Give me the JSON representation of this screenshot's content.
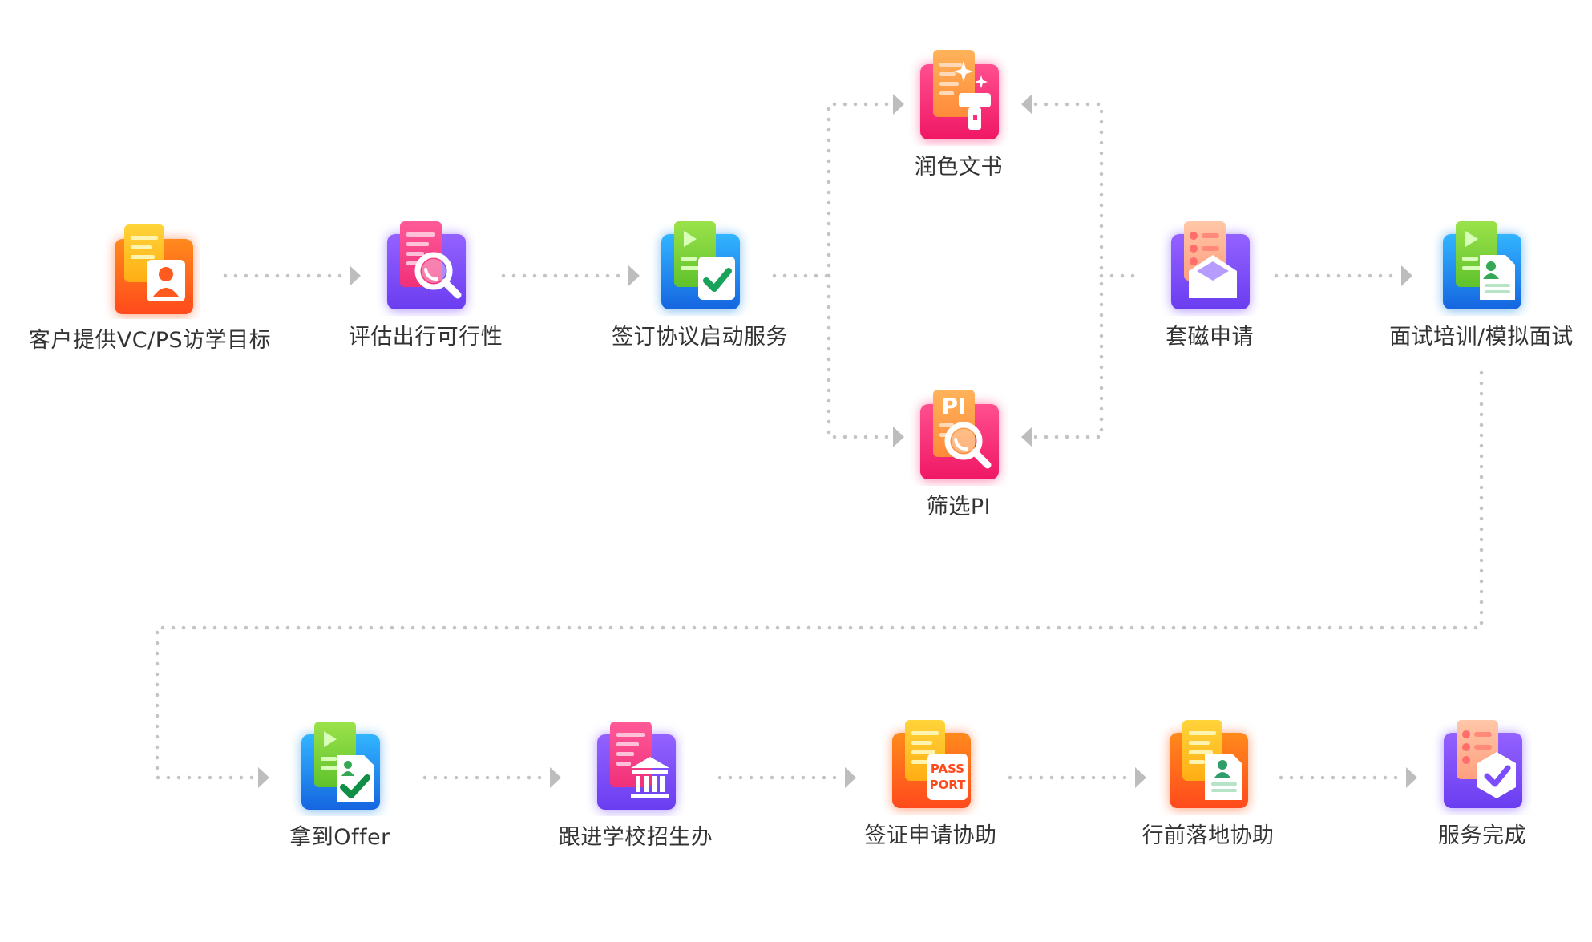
{
  "steps": [
    {
      "label": "客户提供VC/PS访学目标",
      "icon": "document-user-icon"
    },
    {
      "label": "评估出行可行性",
      "icon": "document-search-icon"
    },
    {
      "label": "签订协议启动服务",
      "icon": "document-check-icon"
    },
    {
      "label": "润色文书",
      "icon": "document-polish-icon"
    },
    {
      "label": "筛选PI",
      "icon": "pi-search-icon"
    },
    {
      "label": "套磁申请",
      "icon": "document-mail-icon"
    },
    {
      "label": "面试培训/模拟面试",
      "icon": "document-profile-icon"
    },
    {
      "label": "拿到Offer",
      "icon": "offer-check-icon"
    },
    {
      "label": "跟进学校招生办",
      "icon": "school-building-icon"
    },
    {
      "label": "签证申请协助",
      "icon": "passport-icon"
    },
    {
      "label": "行前落地协助",
      "icon": "document-card-icon"
    },
    {
      "label": "服务完成",
      "icon": "service-complete-icon"
    }
  ],
  "icon_text": {
    "pi": "PI",
    "pass": "PASS",
    "port": "PORT"
  },
  "colors": {
    "connector": "#c3c3c3",
    "arrow": "#bdbdbd",
    "label": "#333333",
    "orange": "#ff5a1f",
    "purple": "#7c4dff",
    "blue": "#1e88e5",
    "pink": "#ff2d7a",
    "yellow": "#ffc61a",
    "green": "#7dd33a"
  }
}
